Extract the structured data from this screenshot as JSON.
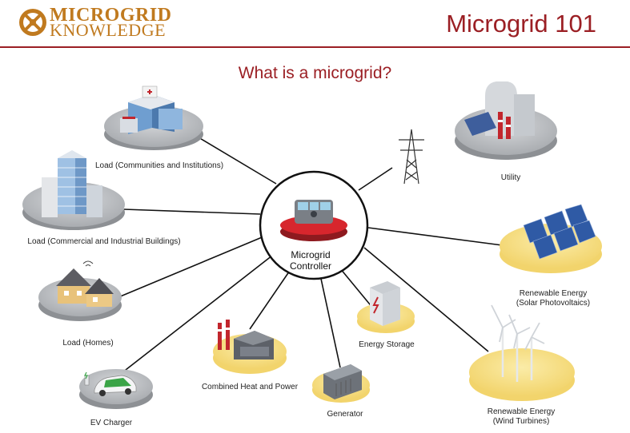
{
  "header": {
    "logo_line1": "MICROGRID",
    "logo_line2": "KNOWLEDGE",
    "title": "Microgrid 101"
  },
  "subtitle": "What is a microgrid?",
  "controller": {
    "line1": "Microgrid",
    "line2": "Controller"
  },
  "nodes": {
    "load_communities": "Load (Communities and Institutions)",
    "load_commercial": "Load (Commercial and Industrial Buildings)",
    "load_homes": "Load (Homes)",
    "ev_charger": "EV Charger",
    "chp": "Combined Heat and Power",
    "generator": "Generator",
    "energy_storage": "Energy Storage",
    "utility": "Utility",
    "solar_line1": "Renewable Energy",
    "solar_line2": "(Solar Photovoltaics)",
    "wind_line1": "Renewable Energy",
    "wind_line2": "(Wind Turbines)"
  },
  "colors": {
    "brand": "#9b1f24",
    "logo": "#c07a1f",
    "grey_disc": "#b9bcc0",
    "yellow_disc": "#f7e08a"
  }
}
